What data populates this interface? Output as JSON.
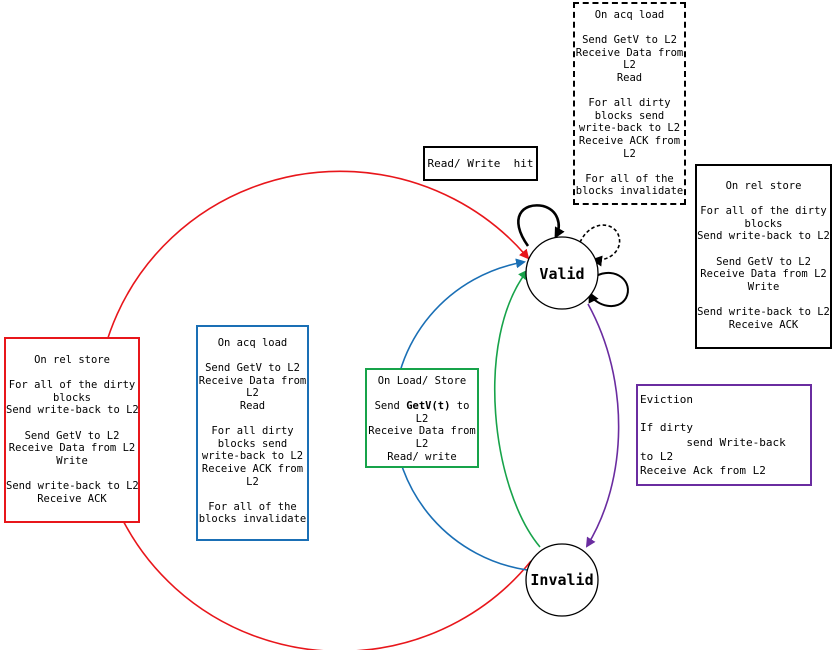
{
  "states": {
    "valid": "Valid",
    "invalid": "Invalid"
  },
  "hit_label": "Read/ Write  hit",
  "boxes": {
    "top_acq_load": [
      "On acq load",
      "",
      "Send GetV to L2",
      "Receive Data from",
      "L2",
      "Read",
      "",
      "For all dirty",
      "blocks send",
      "write-back to L2",
      "Receive ACK from",
      "L2",
      "",
      "For all of the",
      "blocks invalidate"
    ],
    "right_rel_store": [
      "On rel store",
      "",
      "For all of the dirty",
      "blocks",
      "Send write-back to L2",
      "",
      "Send GetV to L2",
      "Receive Data from L2",
      "Write",
      "",
      "Send write-back to L2",
      "Receive ACK"
    ],
    "left_rel_store": [
      "On rel store",
      "",
      "For all of the dirty",
      "blocks",
      "Send write-back to L2",
      "",
      "Send GetV to L2",
      "Receive Data from L2",
      "Write",
      "",
      "Send write-back to L2",
      "Receive ACK"
    ],
    "mid_acq_load": [
      "On acq load",
      "",
      "Send GetV to L2",
      "Receive Data from",
      "L2",
      "Read",
      "",
      "For all dirty",
      "blocks send",
      "write-back to L2",
      "Receive ACK from",
      "L2",
      "",
      "For all of the",
      "blocks invalidate"
    ],
    "load_store": {
      "title": "On Load/ Store",
      "send_prefix": "Send ",
      "send_bold": "GetV(t)",
      "send_suffix": " to",
      "lines": [
        "L2",
        "Receive Data from",
        "L2",
        "Read/ write"
      ]
    },
    "eviction": [
      "Eviction",
      "",
      "If dirty",
      "       send Write-back",
      "to L2",
      "Receive Ack from L2"
    ]
  },
  "colors": {
    "red": "#e8161b",
    "blue": "#1a6fb5",
    "green": "#17a34a",
    "purple": "#6a2ca0",
    "black": "#000000"
  }
}
